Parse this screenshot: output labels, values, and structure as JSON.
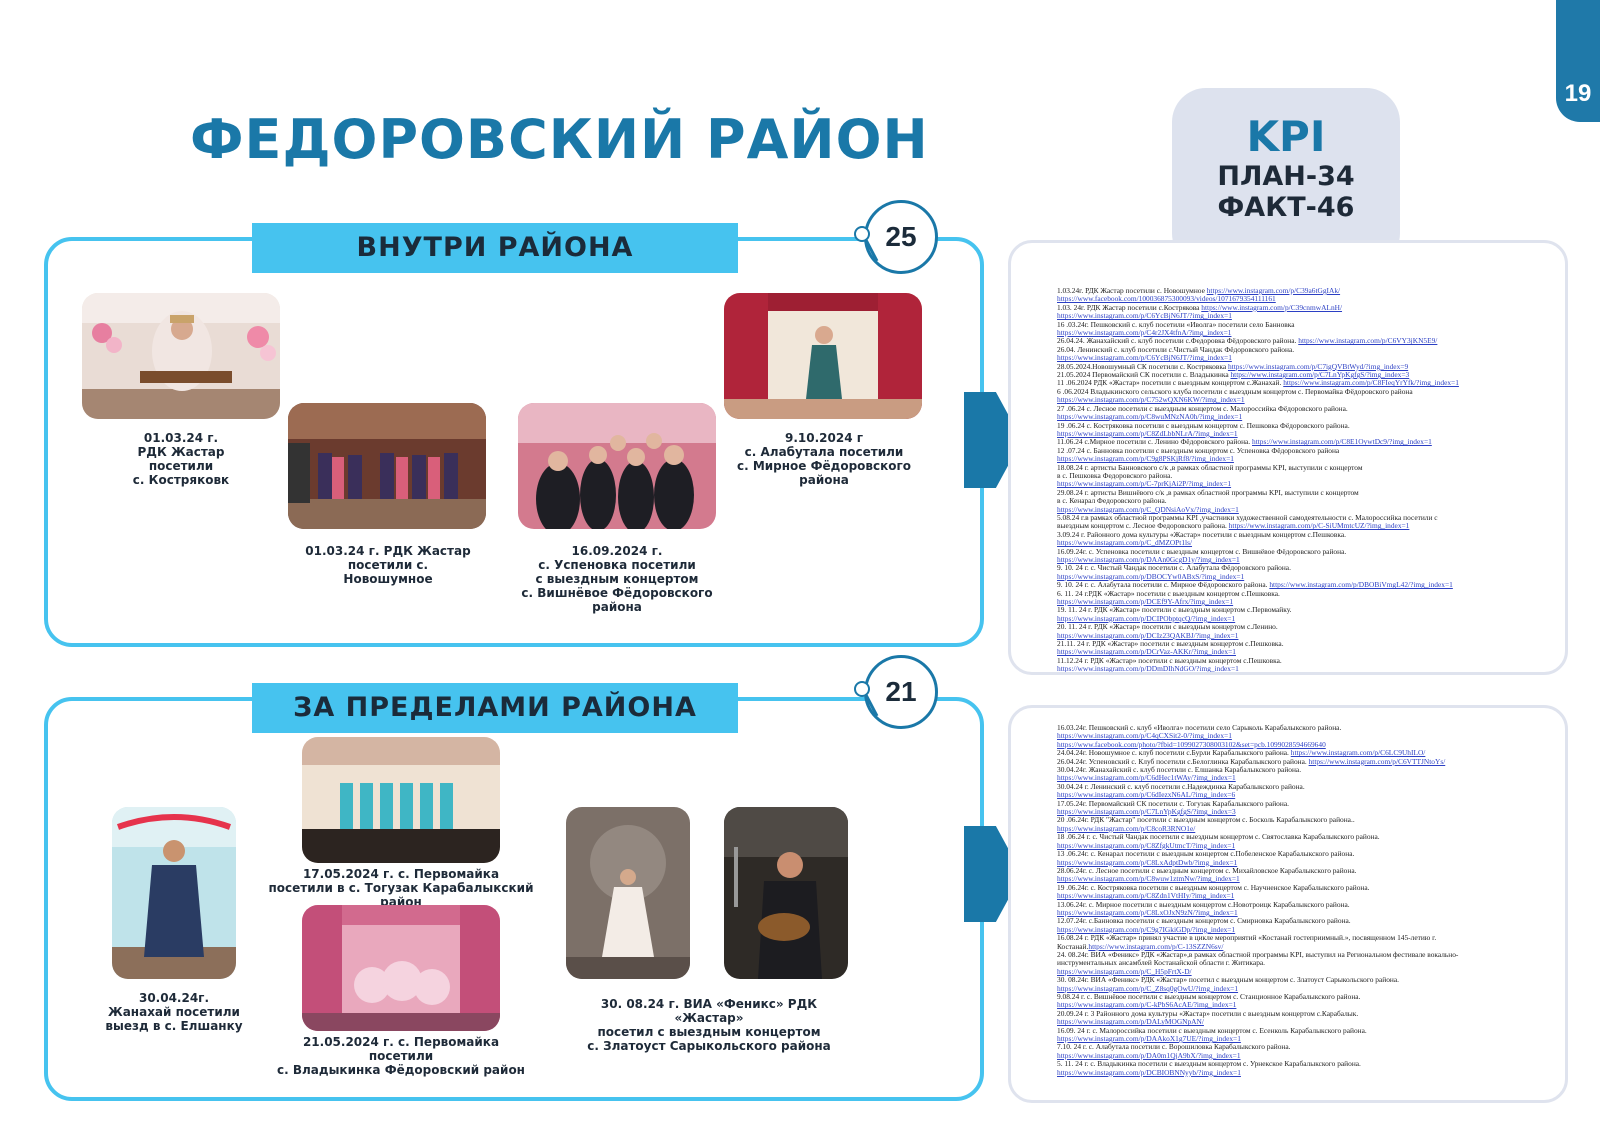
{
  "page_number": "19",
  "title": "ФЕДОРОВСКИЙ РАЙОН",
  "kpi": {
    "title": "KPI",
    "plan": "ПЛАН-34",
    "fact": "ФАКТ-46"
  },
  "colors": {
    "brand_blue": "#1a78a8",
    "panel_cyan": "#46c3ef",
    "kpi_gray": "#dde2ee"
  },
  "inside": {
    "label": "ВНУТРИ РАЙОНА",
    "count": "25",
    "captions": [
      "01.03.24 г.\nРДК Жастар посетили\nс. Костряковк",
      "01.03.24 г. РДК Жастар\nпосетили  с. Новошумное",
      "16.09.2024 г.\nс. Успеновка посетили\nс выездным концертом\nс. Вишнёвое Фёдоровского района",
      "9.10.2024 г\nс. Алабутала посетили\nс. Мирное Фёдоровского\nрайона"
    ]
  },
  "outside": {
    "label": "ЗА ПРЕДЕЛАМИ РАЙОНА",
    "count": "21",
    "captions": [
      "30.04.24г.\nЖанахай посетили\nвыезд в с. Елшанку",
      "17.05.2024 г.  с. Первомайка\nпосетили  в с. Тогузак Карабалыкский район",
      "21.05.2024 г.  с. Первомайка посетили\nс. Владыкинка Фёдоровский район",
      "30. 08.24 г. ВИА «Феникс» РДК «Жастар»\nпосетил с выездным концертом\nс. Златоуст Сарыкольского района"
    ]
  },
  "list_inside": [
    {
      "t": "1.03.24г.  РДК Жастар посетили  с. Новошумное ",
      "u": "https://www.instagram.com/p/C39a6tGgIAk/"
    },
    {
      "t": "",
      "u": "https://www.facebook.com/100036875300093/videos/1071679354111161"
    },
    {
      "t": "1.03. 24г. РДК Жастар посетили  с.Кострякова  ",
      "u": "https://www.instagram.com/p/C39cnmwALnH/"
    },
    {
      "t": "",
      "u": "https://www.instagram.com/p/C6YcBjN6JT/?img_index=1"
    },
    {
      "t": "16 .03.24г. Пешковский с. клуб посетили  «Иволга» посетили село Банновка",
      "u": ""
    },
    {
      "t": "",
      "u": "https://www.instagram.com/p/C4r2JX4tfnA/?img_index=1"
    },
    {
      "t": "26.04.24.  Жанахайский  с. клуб посетили  с.Федоровка Фёдоровского района. ",
      "u": "https://www.instagram.com/p/C6VY3jKN5E9/"
    },
    {
      "t": "26.04. Ленинский  с. клуб посетили  с.Чистый Чандак Фёдоровского района.",
      "u": ""
    },
    {
      "t": "",
      "u": "https://www.instagram.com/p/C6YcBjN6JT/?img_index=1"
    },
    {
      "t": "28.05.2024.Новошумный СК посетили с. Костряковка ",
      "u": "https://www.instagram.com/p/C7igQVBtWyd/?img_index=9"
    },
    {
      "t": "21.05.2024 Первомайский СК посетили с. Владыкинка ",
      "u": "https://www.instagram.com/p/C7LnYpKgfgS/?img_index=3"
    },
    {
      "t": "11 .06.2024  РДК «Жастар» посетили с выездным концертом с.Жанахай. ",
      "u": "https://www.instagram.com/p/C8FIeqYrYfk/?img_index=1"
    },
    {
      "t": "6 .06.2024   Владыкинского сельского клуба посетили с выездным концертом с. Первомайка Фёдоровского района",
      "u": ""
    },
    {
      "t": "",
      "u": "https://www.instagram.com/p/C752wQXN6KW/?img_index=1"
    },
    {
      "t": "27 .06.24 с. Лесное посетили с выездным концертом с. Малороссийка  Фёдоровского района.",
      "u": ""
    },
    {
      "t": "",
      "u": "https://www.instagram.com/p/C8wuMNzNA0h/?img_index=1"
    },
    {
      "t": "19 .06.24 с. Костряковка посетили с выездным концертом с. Пешковка Фёдоровского района.",
      "u": ""
    },
    {
      "t": "",
      "u": "https://www.instagram.com/p/C8ZdLbbNLrA/?img_index=1"
    },
    {
      "t": "11.06.24 с.Мирное посетили  с. Ленино Фёдоровского района. ",
      "u": "https://www.instagram.com/p/C8E1OywtDc9/?img_index=1"
    },
    {
      "t": "12 .07.24 с. Банновка посетили с выездным концертом с. Успеновка  Фёдоровского района",
      "u": ""
    },
    {
      "t": "",
      "u": "https://www.instagram.com/p/C9g8PSKjRf8/?img_index=1"
    },
    {
      "t": "18.08.24 г. артисты Банновского с/к ,в рамках областной программы KPI, выступили с концертом",
      "u": ""
    },
    {
      "t": "в с. Пешковка Федоровского района.",
      "u": ""
    },
    {
      "t": "",
      "u": "https://www.instagram.com/p/C-7prKjAi2P/?img_index=1"
    },
    {
      "t": "29.08.24 г. артисты Вишнёвого с/к ,в рамках областной программы KPI, выступили с концертом",
      "u": ""
    },
    {
      "t": "в с. Кенарал Федоровского района.",
      "u": ""
    },
    {
      "t": "",
      "u": "https://www.instagram.com/p/C_QDNsiAoVx/?img_index=1"
    },
    {
      "t": "5.08.24 г.в рамках областной программы KPI ,участники художественной самодеятельности с. Малороссийка посетили с",
      "u": ""
    },
    {
      "t": "выездным концертом с. Лесное Федоровского района. ",
      "u": "https://www.instagram.com/p/C-SiUMmtcUZ/?img_index=1"
    },
    {
      "t": "3.09.24 г. Районного дома культуры «Жастар» посетили с выездным концертом с.Пешковка.",
      "u": ""
    },
    {
      "t": "",
      "u": "https://www.instagram.com/p/C_dMZOPt1ls/"
    },
    {
      "t": "16.09.24г. с. Успеновка посетили с выездным концертом с. Вишнёвое Фёдоровского района.",
      "u": ""
    },
    {
      "t": "",
      "u": "https://www.instagram.com/p/DAAn0GcgD1y/?img_index=1"
    },
    {
      "t": "9. 10. 24 г.  с. Чистый Чандак посетили с. Алабутала Фёдоровского района.",
      "u": ""
    },
    {
      "t": "",
      "u": "https://www.instagram.com/p/DBOCYw0ABxS/?img_index=1"
    },
    {
      "t": "9. 10. 24 г. с. Алабутала посетили с. Мирное Фёдоровского района. ",
      "u": "https://www.instagram.com/p/DBOBiVmgL42/?img_index=1"
    },
    {
      "t": "6. 11. 24 г.РДК «Жастар» посетили с выездным концертом с.Пешковка.",
      "u": ""
    },
    {
      "t": "",
      "u": "https://www.instagram.com/p/DCEf9Y-Afrx/?img_index=1"
    },
    {
      "t": "19. 11. 24 г. РДК «Жастар» посетили с выездным концертом с.Первомайку.",
      "u": ""
    },
    {
      "t": "",
      "u": "https://www.instagram.com/p/DCIPObptqcQ/?img_index=1"
    },
    {
      "t": "20. 11. 24 г. РДК «Жастар» посетили с выездным концертом с.Ленино.",
      "u": ""
    },
    {
      "t": "",
      "u": "https://www.instagram.com/p/DCIz23QAKBJ/?img_index=1"
    },
    {
      "t": "21.11. 24 г. РДК «Жастар» посетили с выездным концертом с.Пешковка.",
      "u": ""
    },
    {
      "t": "",
      "u": "https://www.instagram.com/p/DCrVaz-AKKr/?img_index=1"
    },
    {
      "t": "11.12.24 г. РДК «Жастар» посетили с выездным концертом с.Пешковка.",
      "u": ""
    },
    {
      "t": "",
      "u": "https://www.instagram.com/p/DDmDIhNdGO/?img_index=1"
    }
  ],
  "list_outside": [
    {
      "t": "16.03.24г. Пешковский с. клуб «Иволга» посетили село  Сарыколь Карабалыкского района.",
      "u": ""
    },
    {
      "t": "",
      "u": "https://www.instagram.com/p/C4qCXSit2-0/?img_index=1"
    },
    {
      "t": "",
      "u": "https://www.facebook.com/photo/?fbid=1099027308003102&set=pcb.1099028594669640"
    },
    {
      "t": "24.04.24г.  Новошумное с. клуб посетили с.Бурли Карабалыкского района. ",
      "u": "https://www.instagram.com/p/C6LC9UhILO/"
    },
    {
      "t": "26.04.24г.  Успеновский с. Клуб посетили с.Белоглинка  Карабалыкского района. ",
      "u": "https://www.instagram.com/p/C6VTTJNtoYs/"
    },
    {
      "t": "30.04.24г. Жанахайский  с. клуб посетили  с. Елшанка Карабалыкского района.",
      "u": ""
    },
    {
      "t": "",
      "u": "https://www.instagram.com/p/C6dHec1tWAy/?img_index=1"
    },
    {
      "t": "30.04.24 г.  Ленинский  с. клуб посетили с.Надеждинка Карабалыкского района.",
      "u": ""
    },
    {
      "t": "",
      "u": "https://www.instagram.com/p/C6dIezxN6AL/?img_index=6"
    },
    {
      "t": "17.05.24г.  Первомайский СК посетили с. Тогузак  Карабалыкского района.",
      "u": ""
    },
    {
      "t": "",
      "u": "https://www.instagram.com/p/C7LnYpKgfgS/?img_index=3"
    },
    {
      "t": "20 .06.24г.  РДК \"Жастар\" посетили с выездным концертом с. Босколь Карабалыкского района..",
      "u": ""
    },
    {
      "t": "",
      "u": "https://www.instagram.com/p/C8coR3RNO1e/"
    },
    {
      "t": "18 .06.24 г. с. Чистый Чандак посетили с выездным концертом с. Святославка Карабалыкского района.",
      "u": ""
    },
    {
      "t": "",
      "u": "https://www.instagram.com/p/C8ZfgkUtmcT/?img_index=1"
    },
    {
      "t": "13 .06.24г. с. Кенарал посетили с выездным концертом с.Побеленское Карабалыкского района.",
      "u": ""
    },
    {
      "t": "",
      "u": "https://www.instagram.com/p/C8LxAdptDwb/?img_index=1"
    },
    {
      "t": "28.06.24г. с. Лесное посетили с выездным концертом с. Михайловское  Карабалыкского района.",
      "u": ""
    },
    {
      "t": "",
      "u": "https://www.instagram.com/p/C8wuw1ztmNw/?img_index=1"
    },
    {
      "t": "19 .06.24г. с. Костряковка посетили с выездным концертом с. Научненское Карабалыкского района.",
      "u": ""
    },
    {
      "t": "",
      "u": "https://www.instagram.com/p/C8Zdn1VtHIy/?img_index=1"
    },
    {
      "t": "13.06.24г.  с. Мирное посетили с выездным концертом с.Новотроицк  Карабалыкского района.",
      "u": ""
    },
    {
      "t": "",
      "u": "https://www.instagram.com/p/C8LxOJxN9zN/?img_index=1"
    },
    {
      "t": " 12.07.24г. с.Банновка посетили с выездным концертом с. Смирновка  Карабалыкского района.",
      "u": ""
    },
    {
      "t": "",
      "u": "https://www.instagram.com/p/C9g7IGkiGDp/?img_index=1"
    },
    {
      "t": " 16.08.24 г. РДК «Жастар» принял участие в цикле мероприятий «Костанай гостеприимный.», посвященном 145-летию г.",
      "u": ""
    },
    {
      "t": "Костанай.",
      "u": "https://www.instagram.com/p/C-13SZZN6sv/"
    },
    {
      "t": " 24. 08.24г. ВИА «Феникс» РДК «Жастар»,в рамках областной программы KPI, выступил на Региональном фестивале вокально-",
      "u": ""
    },
    {
      "t": "инструментальных ансамблей Костанайской области г. Житикара.",
      "u": ""
    },
    {
      "t": "",
      "u": "https://www.instagram.com/p/C_H5pFrtX-D/"
    },
    {
      "t": "30. 08.24г. ВИА «Феникс» РДК «Жастар» посетил с выездным концертом с. Златоуст Сарыкольского района.",
      "u": ""
    },
    {
      "t": "",
      "u": "https://www.instagram.com/p/C_Z8sq0gOwU/?img_index=1"
    },
    {
      "t": "9.08.24 г. с. Вишнёвое посетили с выездным концертом с. Станционное  Карабалыкского района.",
      "u": ""
    },
    {
      "t": "",
      "u": "https://www.instagram.com/p/C-kPbS6AcAE/?img_index=1"
    },
    {
      "t": "20.09.24 г. 3 Районного дома культуры «Жастар» посетили с выездным концертом с.Карабалык.",
      "u": ""
    },
    {
      "t": "",
      "u": "https://www.instagram.com/p/DALyMOGNpAN/"
    },
    {
      "t": " 16.09. 24 г. с. Малороссийка посетили с выездным концертом с. Есенколь Карабалыкского района.",
      "u": ""
    },
    {
      "t": "",
      "u": "https://www.instagram.com/p/DAAkoX1g7UE/?img_index=1"
    },
    {
      "t": " 7.10. 24 г. с. Алабутала посетили с. Ворошиловка Карабалыкского района.",
      "u": ""
    },
    {
      "t": "",
      "u": "https://www.instagram.com/p/DA0m1QjA9bX/?img_index=1"
    },
    {
      "t": "5. 11. 24 г. с. Владыкинка посетили с выездным концертом с. Урнекское  Карабалыкского района.",
      "u": ""
    },
    {
      "t": "",
      "u": "https://www.instagram.com/p/DCBIOBNNyyb/?img_index=1"
    }
  ]
}
